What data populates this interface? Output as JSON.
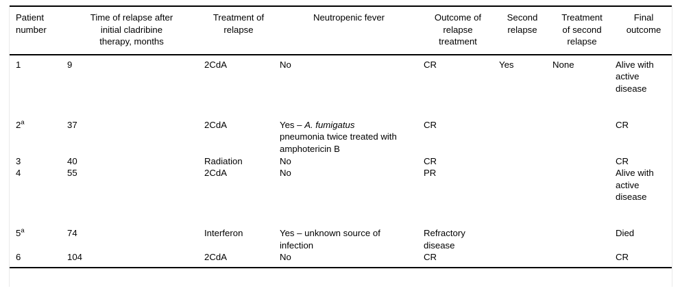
{
  "table": {
    "columns": [
      {
        "id": "patient_number",
        "header": "Patient number"
      },
      {
        "id": "time_of_relapse",
        "header": "Time of relapse after initial cladribine therapy, months"
      },
      {
        "id": "treatment",
        "header": "Treatment of relapse"
      },
      {
        "id": "neutropenic_fever",
        "header": "Neutropenic fever"
      },
      {
        "id": "relapse_outcome",
        "header": "Outcome of relapse treatment"
      },
      {
        "id": "second_relapse",
        "header": "Second relapse"
      },
      {
        "id": "treatment_second",
        "header": "Treatment of second relapse"
      },
      {
        "id": "final_outcome",
        "header": "Final outcome"
      }
    ],
    "header_lines": {
      "patient_number": [
        "Patient",
        "number"
      ],
      "time_of_relapse": [
        "Time of relapse after",
        "initial cladribine",
        "therapy, months"
      ],
      "treatment": [
        "Treatment of",
        "relapse"
      ],
      "neutropenic_fever": [
        "Neutropenic fever"
      ],
      "relapse_outcome": [
        "Outcome of",
        "relapse",
        "treatment"
      ],
      "second_relapse": [
        "Second",
        "relapse"
      ],
      "treatment_second": [
        "Treatment",
        "of second",
        "relapse"
      ],
      "final_outcome": [
        "Final",
        "outcome"
      ]
    },
    "rows": [
      {
        "patient_number": "1",
        "patient_marker": "",
        "time_of_relapse": "9",
        "treatment": "2CdA",
        "neutropenic_fever": "No",
        "fever_prefix": "No",
        "fever_italic": "",
        "fever_suffix": "",
        "relapse_outcome": "CR",
        "second_relapse": "Yes",
        "treatment_second": "None",
        "final_outcome": "Alive with active disease"
      },
      {
        "patient_number": "2",
        "patient_marker": "a",
        "time_of_relapse": "37",
        "treatment": "2CdA",
        "neutropenic_fever": "Yes – A. fumigatus pneumonia twice treated with amphotericin B",
        "fever_prefix": "Yes – ",
        "fever_italic": "A. fumigatus",
        "fever_suffix": " pneumonia twice treated with amphotericin B",
        "relapse_outcome": "CR",
        "second_relapse": "",
        "treatment_second": "",
        "final_outcome": "CR"
      },
      {
        "patient_number": "3",
        "patient_marker": "",
        "time_of_relapse": "40",
        "treatment": "Radiation",
        "neutropenic_fever": "No",
        "fever_prefix": "No",
        "fever_italic": "",
        "fever_suffix": "",
        "relapse_outcome": "CR",
        "second_relapse": "",
        "treatment_second": "",
        "final_outcome": "CR"
      },
      {
        "patient_number": "4",
        "patient_marker": "",
        "time_of_relapse": "55",
        "treatment": "2CdA",
        "neutropenic_fever": "No",
        "fever_prefix": "No",
        "fever_italic": "",
        "fever_suffix": "",
        "relapse_outcome": "PR",
        "second_relapse": "",
        "treatment_second": "",
        "final_outcome": "Alive with active disease"
      },
      {
        "patient_number": "5",
        "patient_marker": "a",
        "time_of_relapse": "74",
        "treatment": "Interferon",
        "neutropenic_fever": "Yes – unknown source of infection",
        "fever_prefix": "Yes – unknown source of infection",
        "fever_italic": "",
        "fever_suffix": "",
        "relapse_outcome": "Refractory disease",
        "second_relapse": "",
        "treatment_second": "",
        "final_outcome": "Died"
      },
      {
        "patient_number": "6",
        "patient_marker": "",
        "time_of_relapse": "104",
        "treatment": "2CdA",
        "neutropenic_fever": "No",
        "fever_prefix": "No",
        "fever_italic": "",
        "fever_suffix": "",
        "relapse_outcome": "CR",
        "second_relapse": "",
        "treatment_second": "",
        "final_outcome": "CR"
      }
    ]
  }
}
